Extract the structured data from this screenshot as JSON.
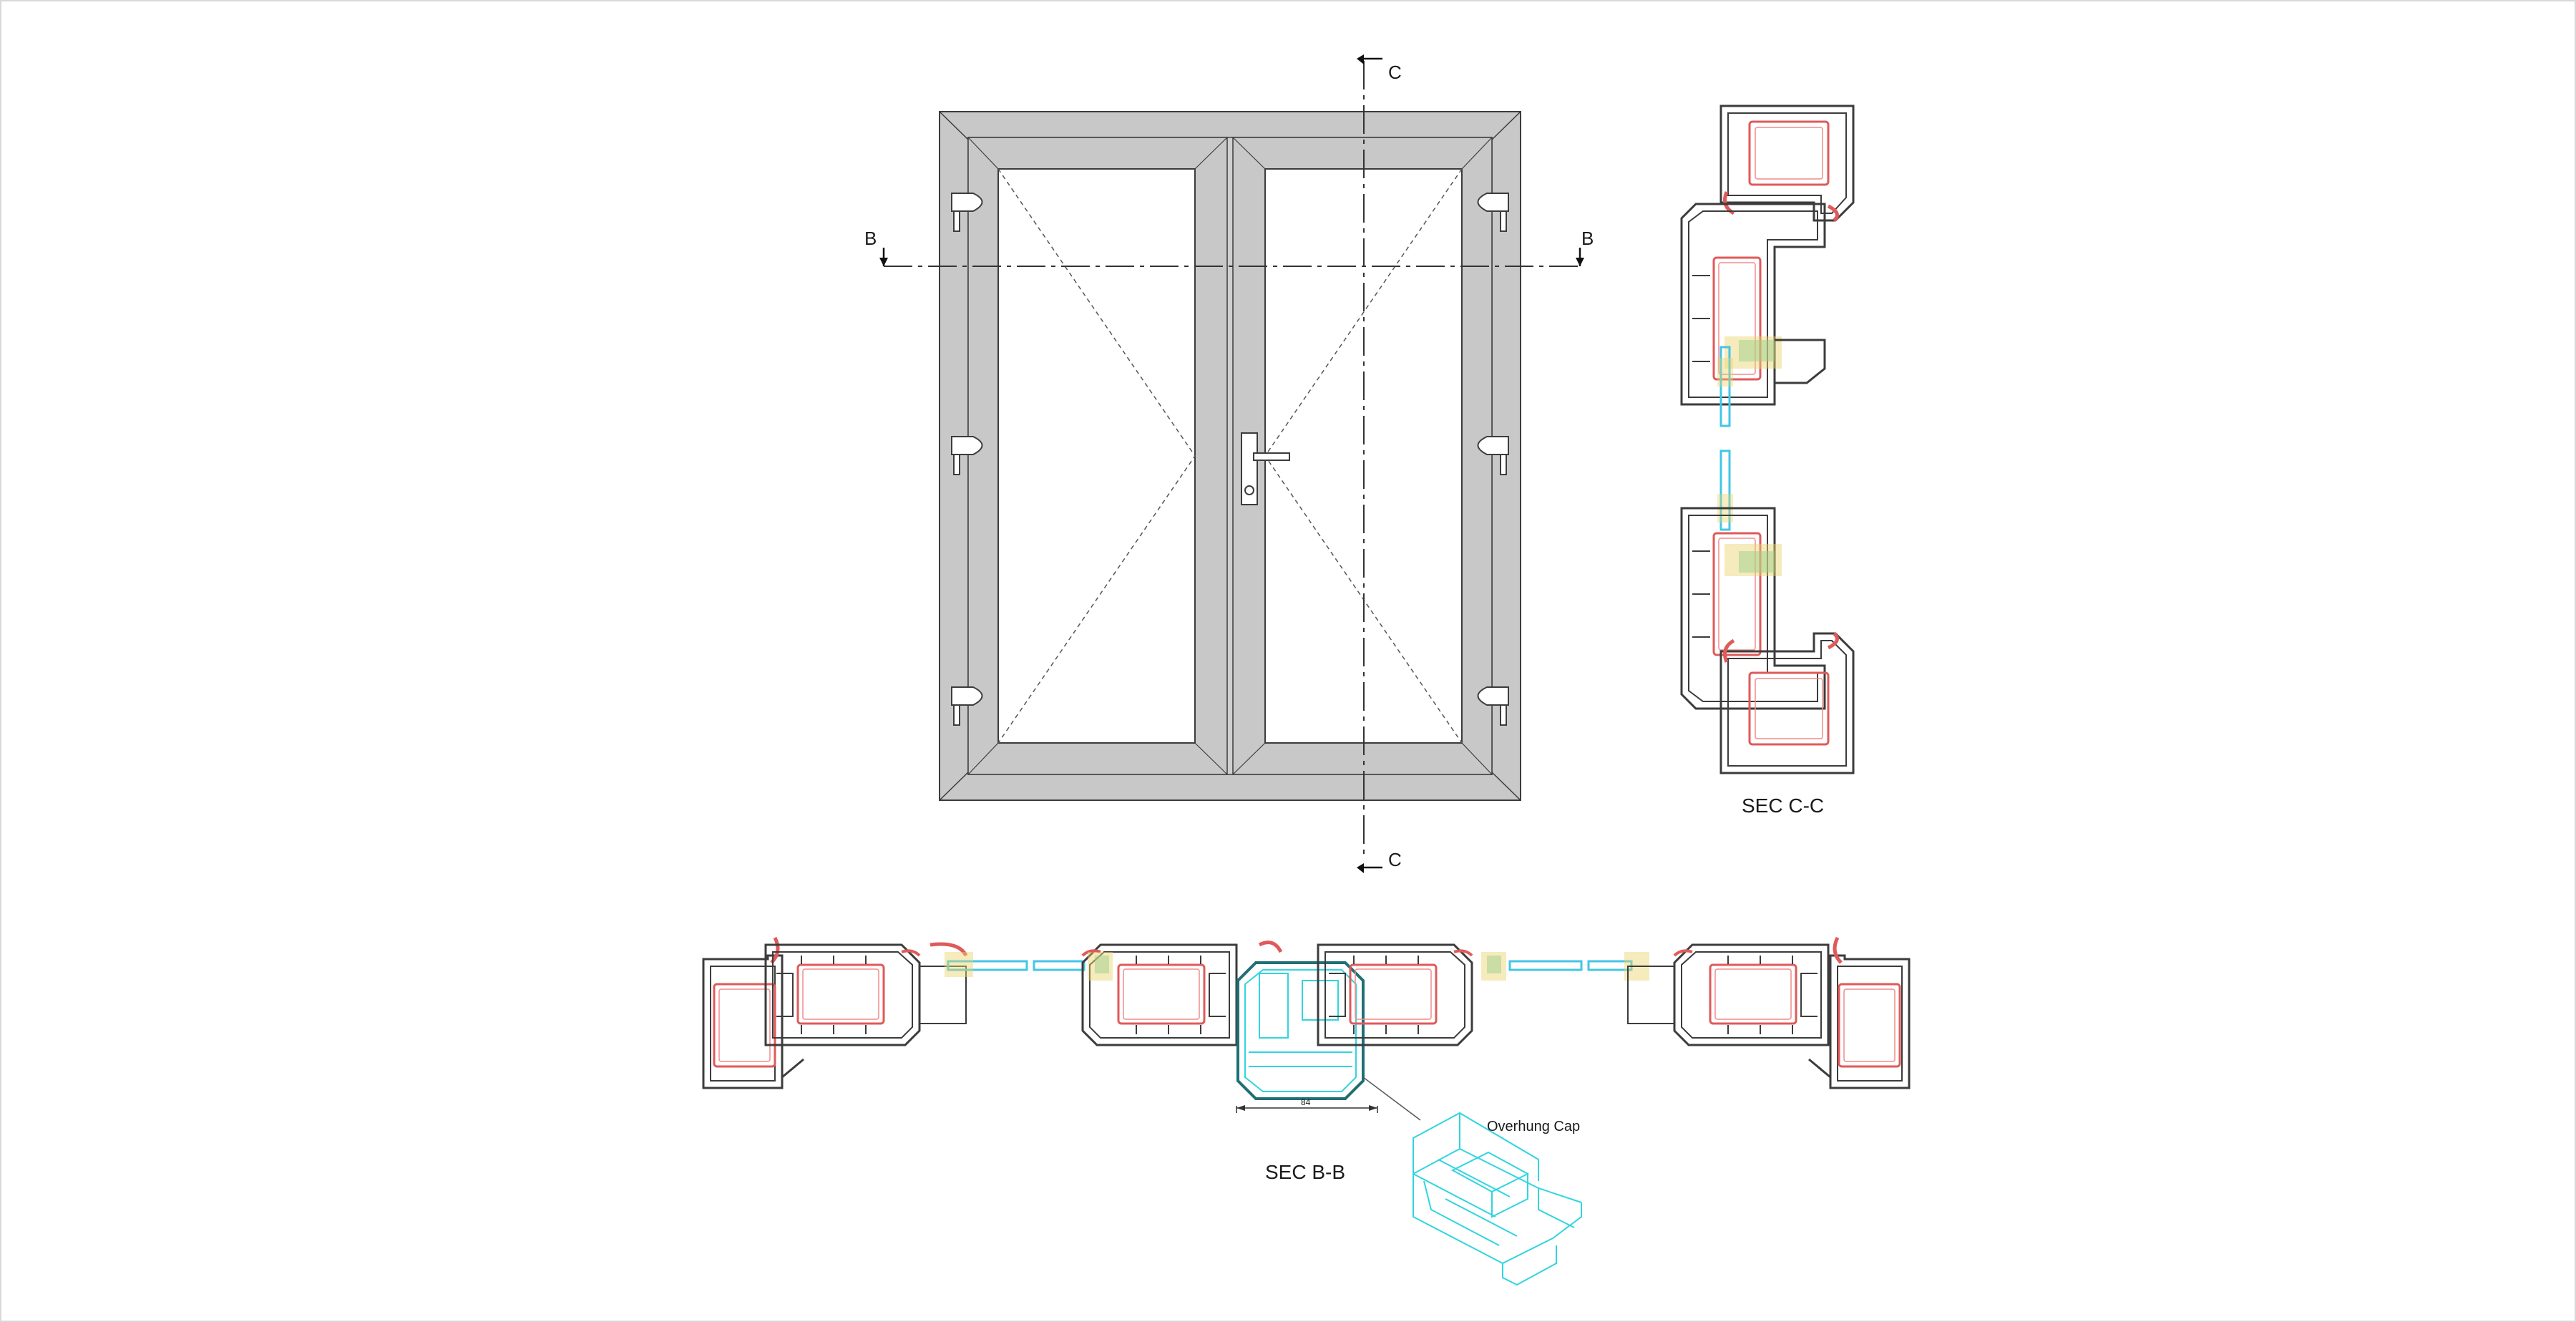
{
  "labels": {
    "section_c_top": "C",
    "section_c_bottom": "C",
    "section_b_left": "B",
    "section_b_right": "B",
    "title_sec_cc": "SEC C-C",
    "title_sec_bb": "SEC B-B",
    "overhung_cap": "Overhung Cap",
    "dimension_text": "84"
  },
  "colors": {
    "frame_fill": "#c8c8c8",
    "profile_stroke": "#3c3c3c",
    "steel_red": "#e05a5a",
    "gasket_pink": "#f28b8b",
    "glass_cyan": "#43c6e6",
    "cap_cyan": "#30d5df",
    "cap_teal": "#1f6f74",
    "hatch_yellow": "#e8d36a",
    "hatch_green": "#9fd08a"
  }
}
